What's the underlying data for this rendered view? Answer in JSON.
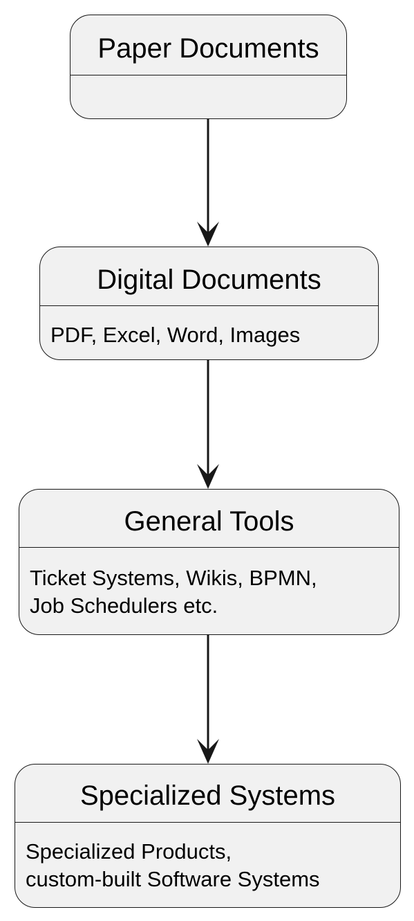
{
  "diagram": {
    "nodes": [
      {
        "id": "paper-documents",
        "title": "Paper Documents",
        "body": []
      },
      {
        "id": "digital-documents",
        "title": "Digital Documents",
        "body": [
          "PDF, Excel, Word, Images"
        ]
      },
      {
        "id": "general-tools",
        "title": "General Tools",
        "body": [
          "Ticket Systems, Wikis, BPMN,",
          "Job Schedulers etc."
        ]
      },
      {
        "id": "specialized-systems",
        "title": "Specialized Systems",
        "body": [
          "Specialized Products,",
          "custom-built Software Systems"
        ]
      }
    ],
    "edges": [
      {
        "from": "paper-documents",
        "to": "digital-documents"
      },
      {
        "from": "digital-documents",
        "to": "general-tools"
      },
      {
        "from": "general-tools",
        "to": "specialized-systems"
      }
    ],
    "colors": {
      "node_fill": "#f1f1f1",
      "node_border": "#181818",
      "arrow": "#181818",
      "background": "#ffffff"
    }
  }
}
